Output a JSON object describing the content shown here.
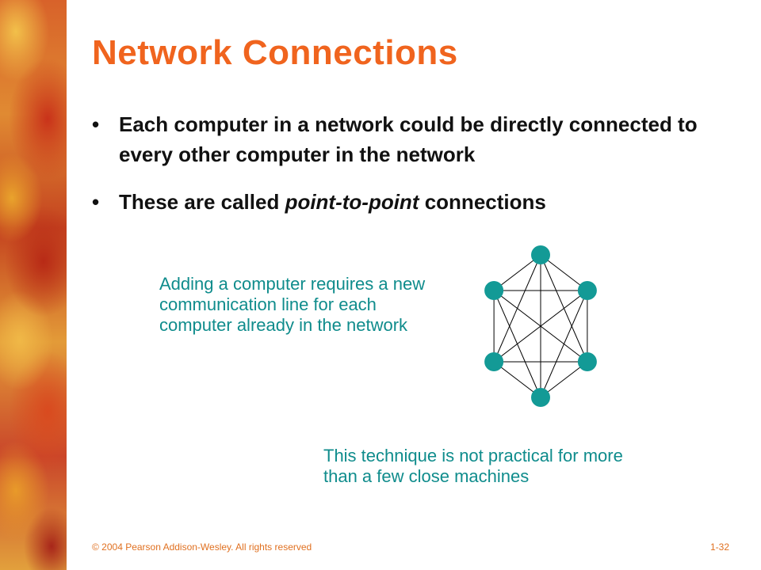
{
  "slide": {
    "title": "Network Connections",
    "bullets": [
      {
        "marker": "•",
        "parts": [
          "Each computer in a network could be directly connected to every other computer in the network"
        ]
      },
      {
        "marker": "•",
        "before": "These are called ",
        "emphasis": "point-to-point",
        "after": " connections"
      }
    ],
    "note_left": "Adding a computer requires a new communication line for each computer already in the network",
    "note_bottom": "This technique is not practical for more than a few close machines",
    "diagram": {
      "node_count": 6,
      "node_color": "#139a96",
      "edge_color": "#000000",
      "fully_connected": true
    },
    "footer": {
      "copyright": "© 2004 Pearson Addison-Wesley. All rights reserved",
      "page": "1-32"
    },
    "colors": {
      "title": "#f0641e",
      "note_text": "#0f8c8c",
      "footer": "#e07020"
    }
  }
}
